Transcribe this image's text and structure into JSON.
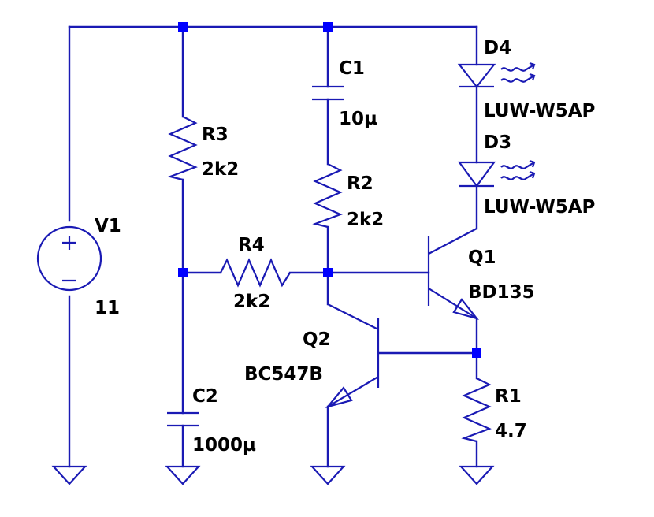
{
  "schematic": {
    "wire_color": "#1a1ab4",
    "node_color": "#0000ff",
    "components": {
      "V1": {
        "ref": "V1",
        "value": "11"
      },
      "R1": {
        "ref": "R1",
        "value": "4.7"
      },
      "R2": {
        "ref": "R2",
        "value": "2k2"
      },
      "R3": {
        "ref": "R3",
        "value": "2k2"
      },
      "R4": {
        "ref": "R4",
        "value": "2k2"
      },
      "C1": {
        "ref": "C1",
        "value": "10µ"
      },
      "C2": {
        "ref": "C2",
        "value": "1000µ"
      },
      "Q1": {
        "ref": "Q1",
        "value": "BD135"
      },
      "Q2": {
        "ref": "Q2",
        "value": "BC547B"
      },
      "D3": {
        "ref": "D3",
        "value": "LUW-W5AP"
      },
      "D4": {
        "ref": "D4",
        "value": "LUW-W5AP"
      }
    }
  }
}
